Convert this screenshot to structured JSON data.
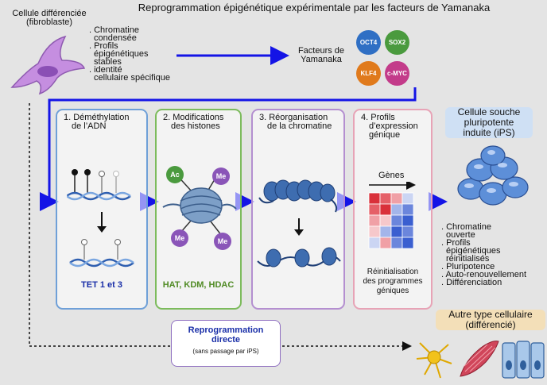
{
  "title": "Reprogrammation épigénétique expérimentale par les facteurs de Yamanaka",
  "source_cell": {
    "line1": "Cellule différenciée",
    "line2": "(fibroblaste)"
  },
  "source_features": [
    ". Chromatine",
    "  condensée",
    ". Profils",
    "  épigénétiques",
    "  stables",
    ". identité",
    "  cellulaire spécifique"
  ],
  "yamanaka": {
    "label_line1": "Facteurs de",
    "label_line2": "Yamanaka",
    "factors": [
      {
        "name": "OCT4",
        "color": "#2f6fc4"
      },
      {
        "name": "SOX2",
        "color": "#4a9a3e"
      },
      {
        "name": "KLF4",
        "color": "#e07a1c"
      },
      {
        "name": "c-MYC",
        "color": "#c33b8a"
      }
    ]
  },
  "steps": [
    {
      "title_line1": "1. Déméthylation",
      "title_line2": "de l’ADN",
      "caption": "TET 1 et 3",
      "border": "#6fa0d8"
    },
    {
      "title_line1": "2. Modifications",
      "title_line2": "des histones",
      "caption": "HAT, KDM, HDAC",
      "border": "#7cbb5c",
      "marks": [
        "Ac",
        "Me",
        "Me",
        "Me"
      ]
    },
    {
      "title_line1": "3. Réorganisation",
      "title_line2": "de la chromatine",
      "border": "#b48fd0"
    },
    {
      "title_line1": "4. Profils",
      "title_line2": "d’expression",
      "title_line3": "génique",
      "genes_label": "Gènes",
      "caption_line1": "Réinitialisation",
      "caption_line2": "des programmes",
      "caption_line3": "géniques",
      "border": "#e7a3b6"
    }
  ],
  "ips": {
    "line1": "Cellule souche",
    "line2": "pluripotente",
    "line3": "induite (iPS)",
    "features": [
      ". Chromatine",
      "  ouverte",
      ". Profils",
      "  épigénétiques",
      "  réinitialisés",
      ". Pluripotence",
      ". Auto-renouvellement",
      ". Différenciation"
    ]
  },
  "direct": {
    "line1": "Reprogrammation",
    "line2": "directe",
    "note": "(sans passage par iPS)"
  },
  "other_type": {
    "line1": "Autre type cellulaire",
    "line2": "(différencié)"
  },
  "colors": {
    "arrow": "#1414e6",
    "title_blue": "#1a2fa8",
    "heat_high": "#d9303a",
    "heat_low": "#3a5fd0"
  }
}
